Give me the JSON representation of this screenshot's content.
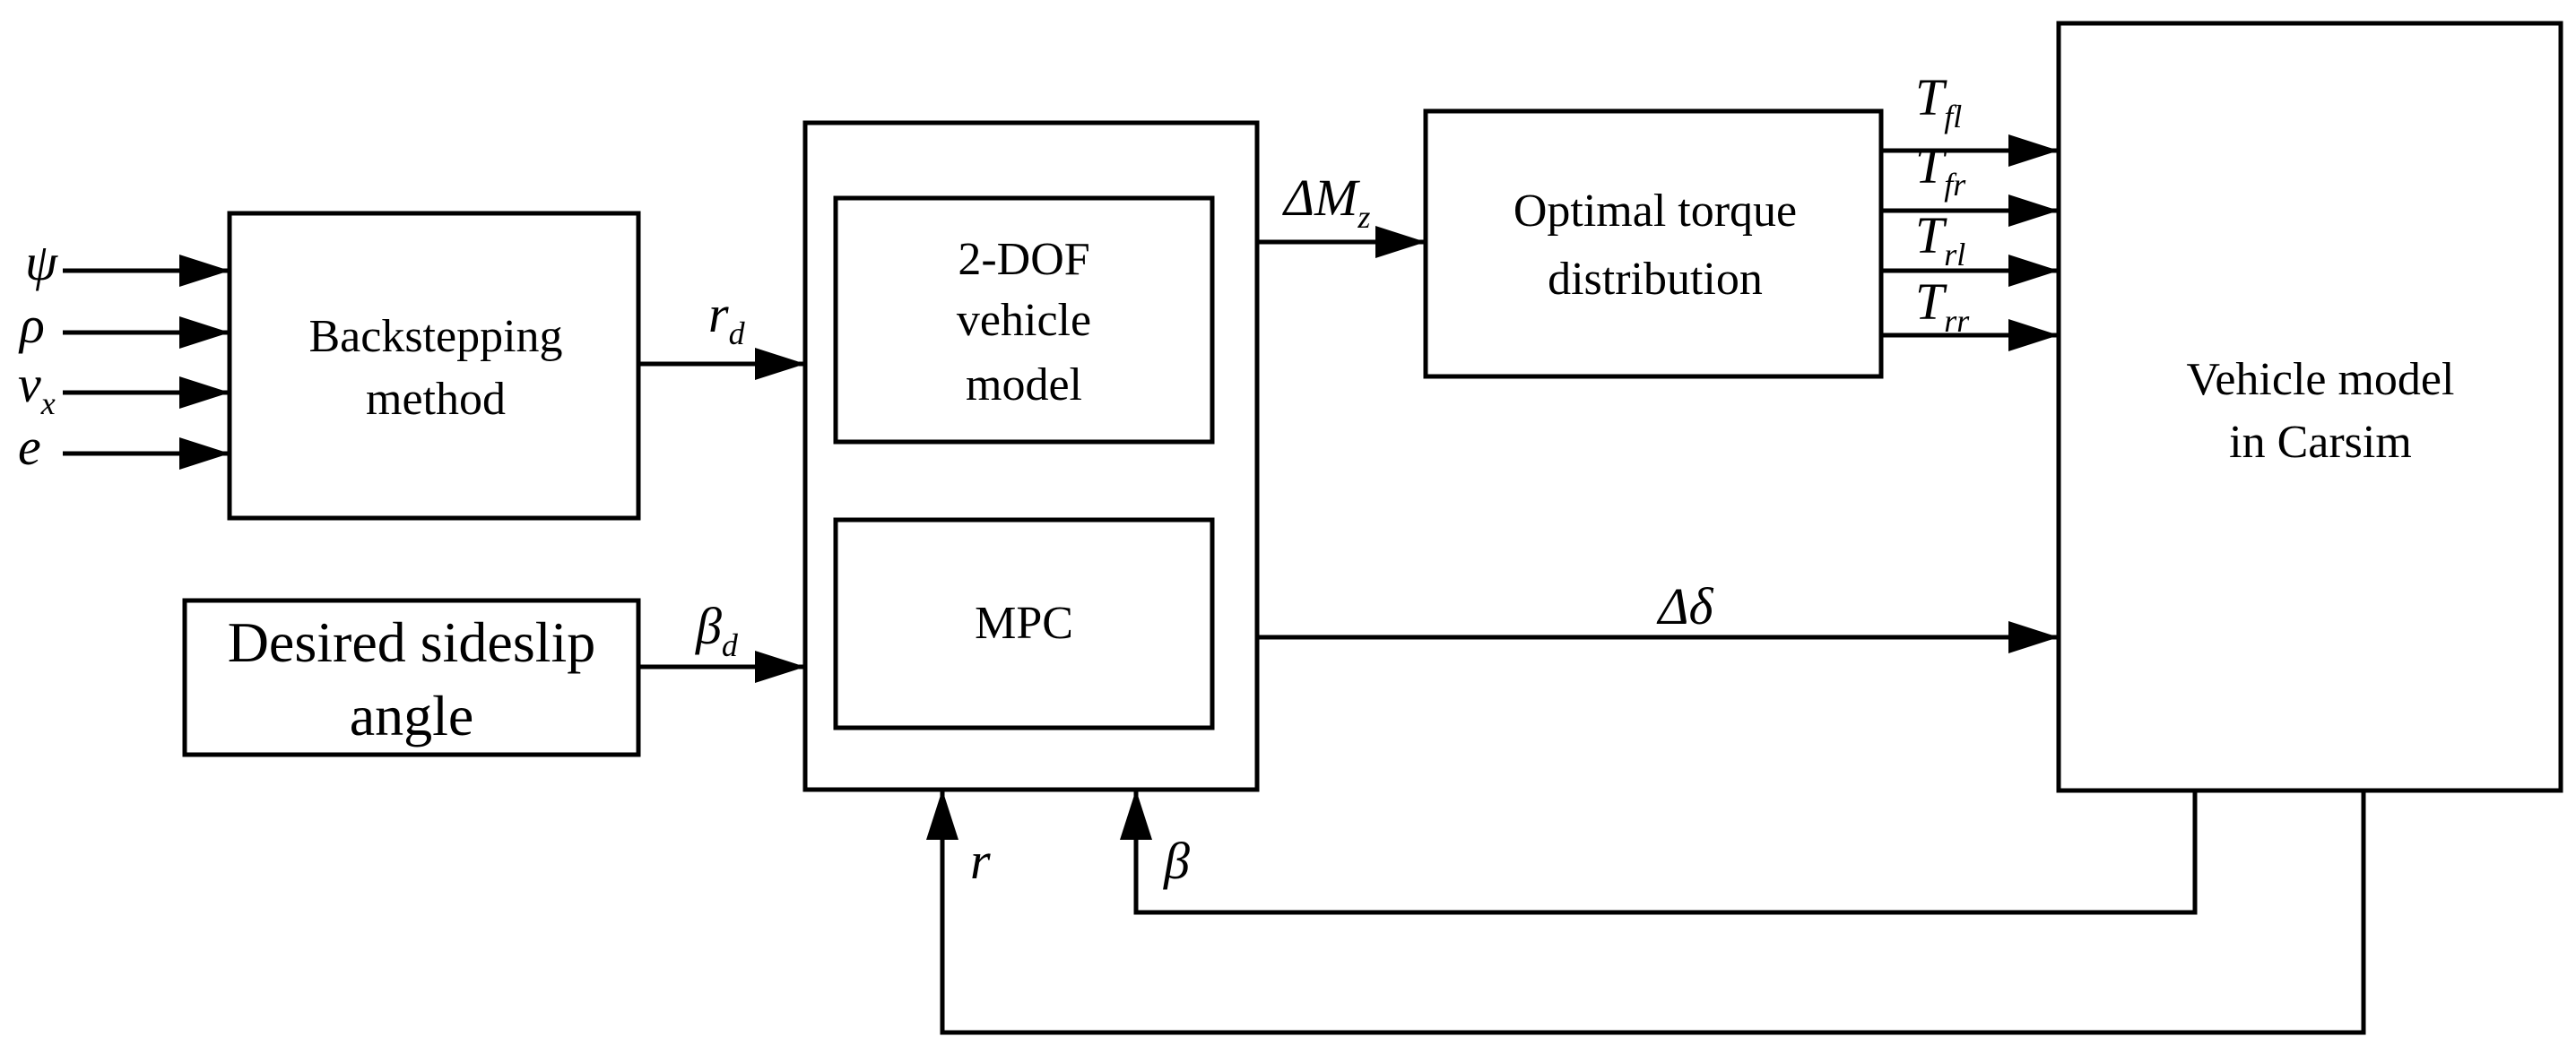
{
  "blocks": {
    "backstepping": [
      "Backstepping",
      "method"
    ],
    "desired": [
      "Desired sideslip",
      "angle"
    ],
    "dof": [
      "2-DOF",
      "vehicle",
      "model"
    ],
    "mpc": "MPC",
    "torque": [
      "Optimal torque",
      "distribution"
    ],
    "carsim": [
      "Vehicle model",
      "in Carsim"
    ]
  },
  "inputs": [
    {
      "sym": "ψ",
      "sub": ""
    },
    {
      "sym": "ρ",
      "sub": ""
    },
    {
      "sym": "v",
      "sub": "x"
    },
    {
      "sym": "e",
      "sub": ""
    }
  ],
  "signals": {
    "rd": {
      "sym": "r",
      "sub": "d"
    },
    "betad": {
      "sym": "β",
      "sub": "d"
    },
    "dmz": {
      "sym": "ΔM",
      "sub": "z"
    },
    "dd": {
      "sym": "Δδ",
      "sub": ""
    },
    "r": {
      "sym": "r",
      "sub": ""
    },
    "beta": {
      "sym": "β",
      "sub": ""
    }
  },
  "torques": [
    {
      "sym": "T",
      "sub": "fl"
    },
    {
      "sym": "T",
      "sub": "fr"
    },
    {
      "sym": "T",
      "sub": "rl"
    },
    {
      "sym": "T",
      "sub": "rr"
    }
  ]
}
